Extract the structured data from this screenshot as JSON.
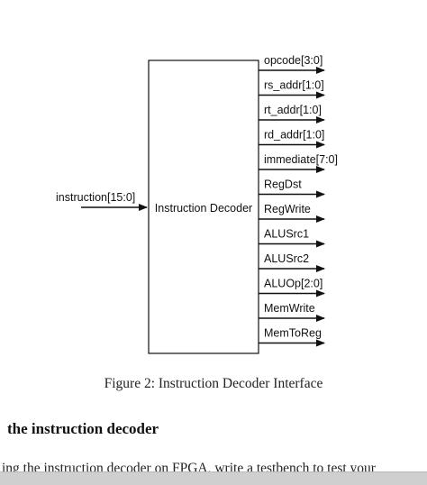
{
  "diagram": {
    "box_label": "Instruction Decoder",
    "input": {
      "label": "instruction[15:0]"
    },
    "outputs": [
      "opcode[3:0]",
      "rs_addr[1:0]",
      "rt_addr[1:0]",
      "rd_addr[1:0]",
      "immediate[7:0]",
      "RegDst",
      "RegWrite",
      "ALUSrc1",
      "ALUSrc2",
      "ALUOp[2:0]",
      "MemWrite",
      "MemToReg"
    ]
  },
  "caption": "Figure 2: Instruction Decoder Interface",
  "section_heading": "the instruction decoder",
  "body_text": "ing the instruction decoder on FPGA, write a testbench to test your"
}
